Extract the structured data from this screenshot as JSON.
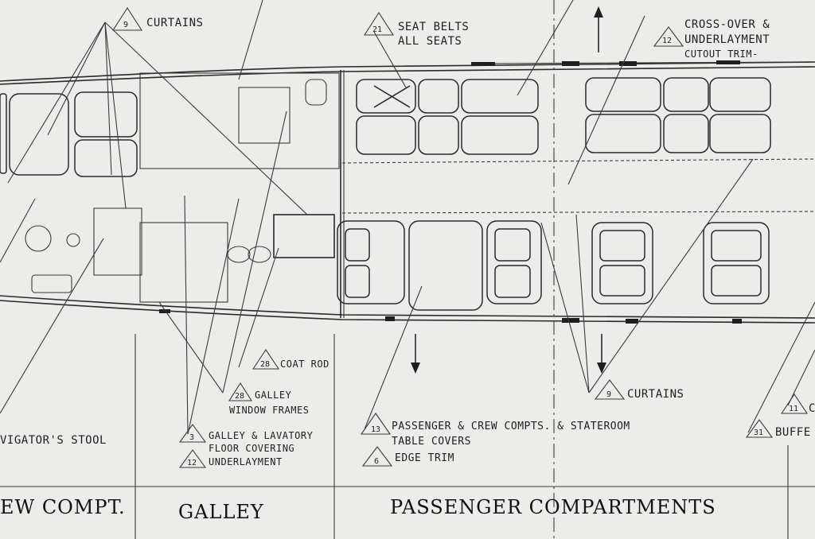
{
  "labels": {
    "curtains_top": {
      "num": "9",
      "text": "CURTAINS"
    },
    "seat_belts": {
      "num": "21",
      "line1": "SEAT BELTS",
      "line2": "ALL SEATS"
    },
    "crossover": {
      "num": "12",
      "line1": "CROSS-OVER &",
      "line2": "UNDERLAYMENT",
      "line3": "CUTOUT TRIM-"
    },
    "coat_rod": {
      "num": "28",
      "text": "COAT ROD"
    },
    "galley_window": {
      "num": "28",
      "line1": "GALLEY",
      "line2": "WINDOW FRAMES"
    },
    "navigator": {
      "text": "VIGATOR'S STOOL"
    },
    "galley_floor": {
      "num": "3",
      "line1": "GALLEY & LAVATORY",
      "line2": "FLOOR COVERING"
    },
    "galley_underlay": {
      "num": "12",
      "text": "UNDERLAYMENT"
    },
    "table_covers": {
      "num": "13",
      "line1": "PASSENGER & CREW COMPTS. & STATEROOM",
      "line2": "TABLE COVERS"
    },
    "edge_trim": {
      "num": "6",
      "text": "EDGE TRIM"
    },
    "curtains_bottom": {
      "num": "9",
      "text": "CURTAINS"
    },
    "buffet": {
      "num": "31",
      "text": "BUFFE"
    },
    "right_edge": {
      "num": "11",
      "text": "C"
    }
  },
  "sections": {
    "crew": "EW COMPT.",
    "galley": "GALLEY",
    "passenger": "PASSENGER COMPARTMENTS"
  }
}
